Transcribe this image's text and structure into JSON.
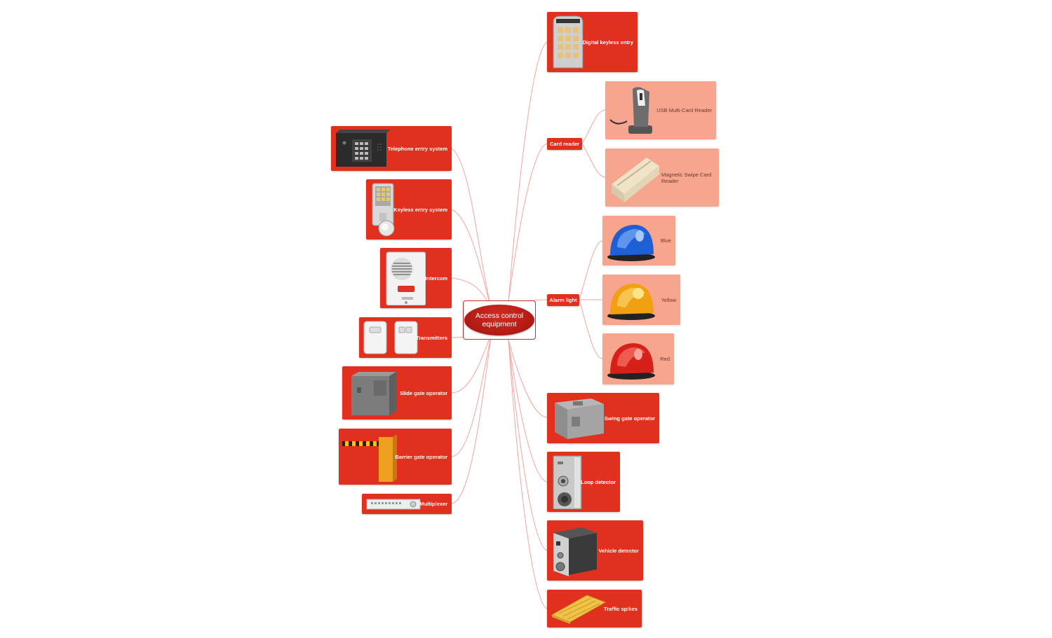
{
  "central": {
    "label": "Access control equipment"
  },
  "left": [
    {
      "id": "telephone",
      "label": "Telephone entry system",
      "icon": "telephone-entry-icon"
    },
    {
      "id": "keyless",
      "label": "Keyless entry system",
      "icon": "keyless-lock-icon"
    },
    {
      "id": "intercom",
      "label": "Intercom",
      "icon": "intercom-icon"
    },
    {
      "id": "transmitters",
      "label": "Transmitters",
      "icon": "remote-transmitter-icon"
    },
    {
      "id": "slide-gate",
      "label": "Slide gate operator",
      "icon": "slide-gate-operator-icon"
    },
    {
      "id": "barrier-gate",
      "label": "Barrier gate operator",
      "icon": "barrier-gate-icon"
    },
    {
      "id": "multiplexer",
      "label": "Multiplexer",
      "icon": "multiplexer-icon"
    }
  ],
  "right": [
    {
      "id": "digital-keyless",
      "label": "Digital keyless entry",
      "icon": "digital-keypad-icon"
    },
    {
      "id": "card-reader",
      "label": "Card reader",
      "children": [
        {
          "id": "usb-reader",
          "label": "USB Multi-Card Reader",
          "icon": "usb-card-reader-icon"
        },
        {
          "id": "swipe-reader",
          "label": "Magnetic Swipe Card Reader",
          "icon": "magnetic-swipe-reader-icon"
        }
      ]
    },
    {
      "id": "alarm-light",
      "label": "Alarm light",
      "children": [
        {
          "id": "alarm-blue",
          "label": "Blue",
          "icon": "blue-alarm-light-icon"
        },
        {
          "id": "alarm-yellow",
          "label": "Yellow",
          "icon": "yellow-alarm-light-icon"
        },
        {
          "id": "alarm-red",
          "label": "Red",
          "icon": "red-alarm-light-icon"
        }
      ]
    },
    {
      "id": "swing-gate",
      "label": "Swing gate operator",
      "icon": "swing-gate-operator-icon"
    },
    {
      "id": "loop-detector",
      "label": "Loop detector",
      "icon": "loop-detector-icon"
    },
    {
      "id": "vehicle-detector",
      "label": "Vehicle detector",
      "icon": "vehicle-detector-icon"
    },
    {
      "id": "traffic-spikes",
      "label": "Traffic spikes",
      "icon": "traffic-spikes-icon"
    }
  ],
  "colors": {
    "node_red": "#e2301f",
    "node_pink": "#f7a58e",
    "link": "#f2a6a0",
    "central": "#b01a14",
    "alarm_blue": "#1f5fd6",
    "alarm_yellow": "#f0a010",
    "alarm_red": "#d8201a"
  }
}
